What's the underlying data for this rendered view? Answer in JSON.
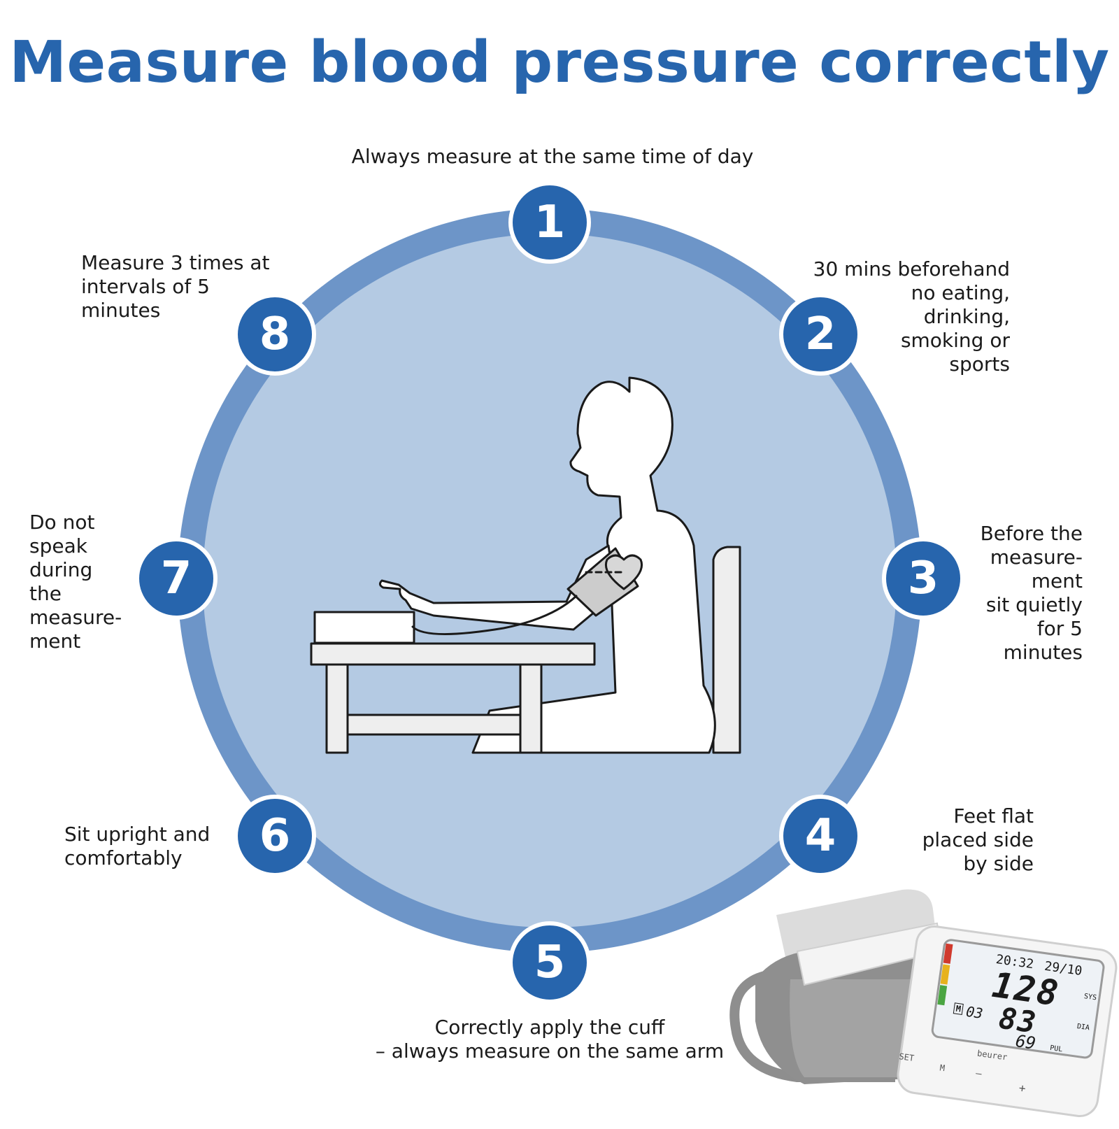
{
  "title": "Measure blood pressure correctly",
  "colors": {
    "accent": "#2765ad",
    "ring": "#6d95c8",
    "disc": "#b4cae3"
  },
  "steps": [
    {
      "number": "1",
      "text": "Always measure at the same time of day"
    },
    {
      "number": "2",
      "text": "30 mins beforehand\nno eating,\ndrinking,\nsmoking or\nsports"
    },
    {
      "number": "3",
      "text": "Before the\nmeasure-\nment\nsit quietly\nfor 5\nminutes"
    },
    {
      "number": "4",
      "text": "Feet flat\nplaced side\nby side"
    },
    {
      "number": "5",
      "text": "Correctly apply the cuff\n– always measure on the same arm"
    },
    {
      "number": "6",
      "text": "Sit upright and\ncomfortably"
    },
    {
      "number": "7",
      "text": "Do not\nspeak\nduring\nthe\nmeasure-\nment"
    },
    {
      "number": "8",
      "text": "Measure 3 times at\nintervals of 5\nminutes"
    }
  ],
  "device": {
    "brand": "beurer",
    "time": "20:32",
    "date": "29/10",
    "sys_value": "128",
    "dia_value": "83",
    "pulse_value": "69",
    "memory_value": "03",
    "sys_label": "SYS",
    "dia_label": "DIA",
    "pul_label": "PUL",
    "memory_label": "M",
    "set_button": "SET",
    "m_button": "M",
    "minus_button": "–",
    "plus_button": "+"
  }
}
